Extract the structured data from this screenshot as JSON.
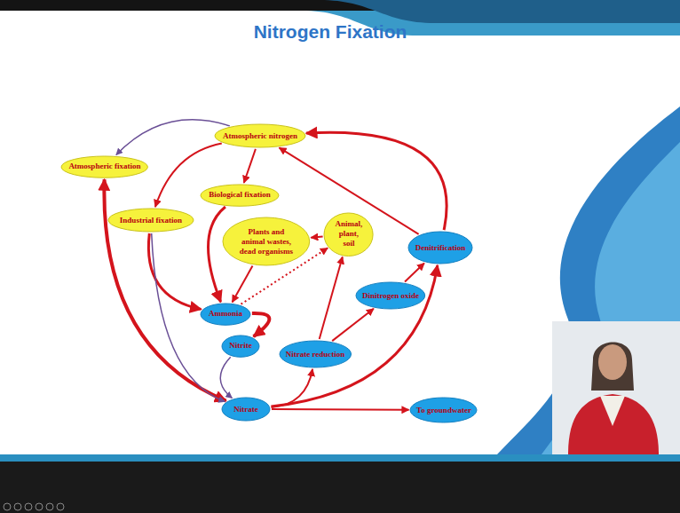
{
  "diagram": {
    "title": "Nitrogen Fixation",
    "nodes": [
      {
        "text": [
          "Atmospheric nitrogen"
        ]
      },
      {
        "text": [
          "Atmospheric fixation"
        ]
      },
      {
        "text": [
          "Biological fixation"
        ]
      },
      {
        "text": [
          "Industrial fixation"
        ]
      },
      {
        "text": [
          "Plants and animal wastes, dead organisms"
        ]
      },
      {
        "text": [
          "Animal, plant, soil"
        ]
      },
      {
        "text": [
          "Denitrification"
        ]
      },
      {
        "text": [
          "Dinitrogen oxide"
        ]
      },
      {
        "text": [
          "Ammonia"
        ]
      },
      {
        "text": [
          "Nitrite"
        ]
      },
      {
        "text": [
          "Nitrate reduction"
        ]
      },
      {
        "text": [
          "Nitrate"
        ]
      },
      {
        "text": [
          "To groundwater"
        ]
      }
    ],
    "edges": [
      {
        "from": 0,
        "to": 1,
        "arrow": "to"
      },
      {
        "from": 0,
        "to": 3,
        "arrow": "to"
      },
      {
        "from": 0,
        "to": 2,
        "arrow": "to"
      },
      {
        "from": 1,
        "to": 11,
        "arrow": "both"
      },
      {
        "from": 3,
        "to": 8,
        "arrow": "to"
      },
      {
        "from": 3,
        "to": 11,
        "arrow": "to"
      },
      {
        "from": 2,
        "to": 8,
        "arrow": "to"
      },
      {
        "from": 4,
        "to": 8,
        "arrow": "to"
      },
      {
        "from": 5,
        "to": 4,
        "arrow": "to"
      },
      {
        "from": 8,
        "to": 5,
        "arrow": "to"
      },
      {
        "from": 8,
        "to": 9,
        "arrow": "to"
      },
      {
        "from": 9,
        "to": 11,
        "arrow": "to"
      },
      {
        "from": 11,
        "to": 10,
        "arrow": "to"
      },
      {
        "from": 10,
        "to": 7,
        "arrow": "to"
      },
      {
        "from": 10,
        "to": 5,
        "arrow": "to"
      },
      {
        "from": 7,
        "to": 6,
        "arrow": "to"
      },
      {
        "from": 6,
        "to": 0,
        "arrow": "to"
      },
      {
        "from": 6,
        "to": 0,
        "arrow": "to"
      },
      {
        "from": 11,
        "to": 6,
        "arrow": "to"
      },
      {
        "from": 11,
        "to": 12,
        "arrow": "to"
      }
    ]
  }
}
